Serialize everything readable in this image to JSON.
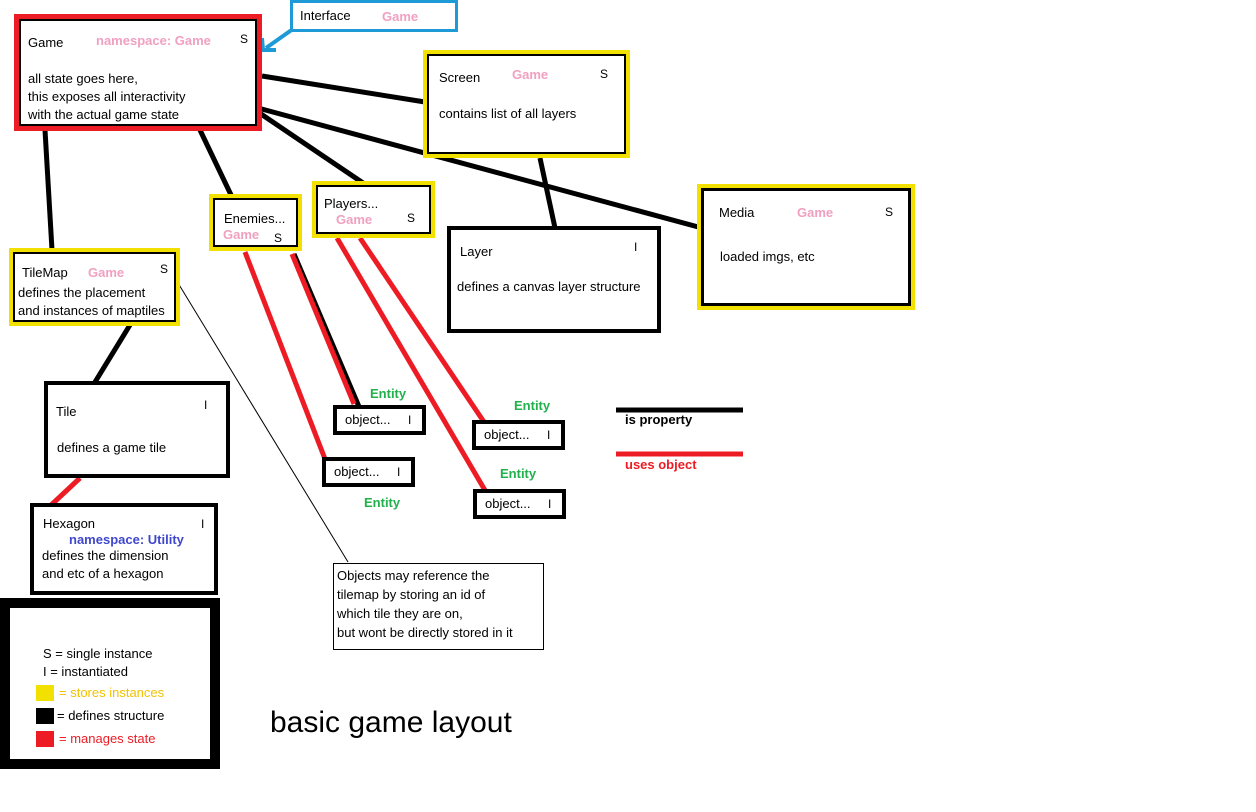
{
  "boxes": {
    "game": {
      "title": "Game",
      "namespace": "namespace: Game",
      "flag": "S",
      "line1": "all state goes here,",
      "line2": "this exposes all interactivity",
      "line3": "with the actual game state"
    },
    "interface": {
      "title": "Interface",
      "namespace": "Game"
    },
    "screen": {
      "title": "Screen",
      "namespace": "Game",
      "flag": "S",
      "desc": "contains list of all layers"
    },
    "media": {
      "title": "Media",
      "namespace": "Game",
      "flag": "S",
      "desc": "loaded imgs, etc"
    },
    "layer": {
      "title": "Layer",
      "flag": "I",
      "desc": "defines a canvas layer structure"
    },
    "enemies": {
      "title": "Enemies...",
      "namespace": "Game",
      "flag": "S"
    },
    "players": {
      "title": "Players...",
      "namespace": "Game",
      "flag": "S"
    },
    "tilemap": {
      "title": "TileMap",
      "namespace": "Game",
      "flag": "S",
      "line1": "defines the placement",
      "line2": "and instances of maptiles"
    },
    "tile": {
      "title": "Tile",
      "flag": "I",
      "desc": "defines a game tile"
    },
    "hexagon": {
      "title": "Hexagon",
      "namespace": "namespace: Utility",
      "flag": "I",
      "line1": "defines the dimension",
      "line2": "and etc of a hexagon"
    }
  },
  "objects": [
    {
      "label": "object...",
      "flag": "I",
      "entity": "Entity"
    },
    {
      "label": "object...",
      "flag": "I",
      "entity": "Entity"
    },
    {
      "label": "object...",
      "flag": "I",
      "entity": "Entity"
    },
    {
      "label": "object...",
      "flag": "I",
      "entity": "Entity"
    }
  ],
  "note": {
    "line1": "Objects may reference the",
    "line2": "tilemap by storing an id of",
    "line3": "which tile they are on,",
    "line4": "but wont be directly stored in it"
  },
  "line_legend": {
    "property": "is property",
    "uses": "uses object"
  },
  "legend": {
    "s_def": "S = single instance",
    "i_def": "I = instantiated",
    "yellow": "= stores instances",
    "black": "= defines structure",
    "red": "= manages state"
  },
  "diagram_title": "basic game layout",
  "colors": {
    "yellow": "#f2e100",
    "red": "#ed1c24",
    "black": "#000000",
    "blue": "#1e9ad6",
    "pink": "#f0a0c0",
    "green": "#22b14c",
    "navy": "#3f48cc"
  }
}
